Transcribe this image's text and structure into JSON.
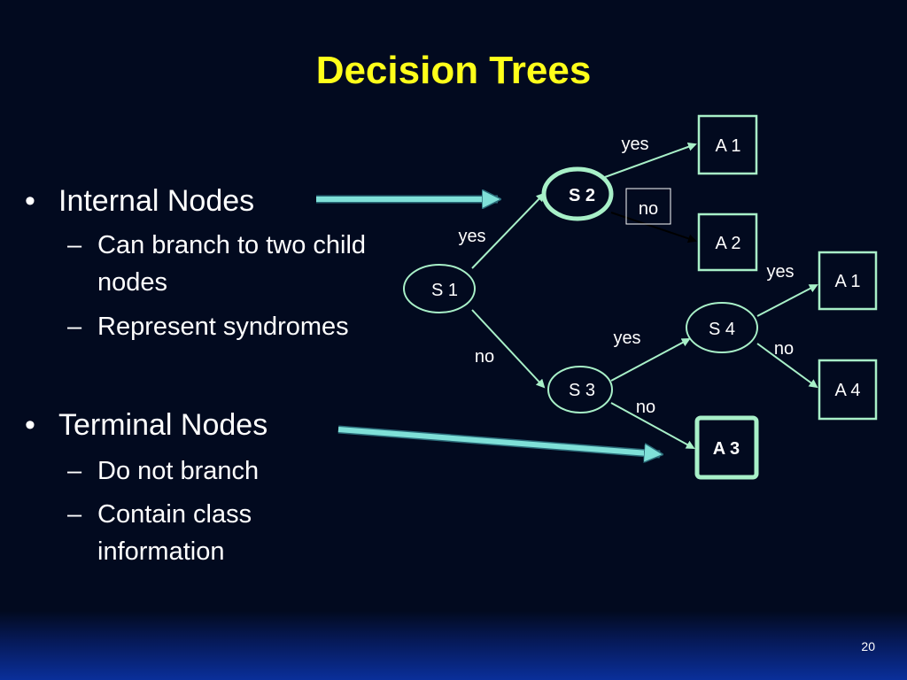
{
  "slide": {
    "title": "Decision Trees",
    "page_number": "20"
  },
  "bullets": [
    {
      "label": "Internal Nodes",
      "subs": [
        {
          "line1": "Can branch to two child",
          "line2": "nodes"
        },
        {
          "line1": "Represent syndromes",
          "line2": ""
        }
      ]
    },
    {
      "label": "Terminal Nodes",
      "subs": [
        {
          "line1": "Do not branch",
          "line2": ""
        },
        {
          "line1": "Contain class",
          "line2": "information"
        }
      ]
    }
  ],
  "tree": {
    "nodes": {
      "s1": "S 1",
      "s2": "S 2",
      "s3": "S 3",
      "s4": "S 4",
      "a1_top": "A 1",
      "a2": "A 2",
      "a1_right": "A 1",
      "a4": "A 4",
      "a3": "A 3"
    },
    "edge_labels": {
      "s2_yes": "yes",
      "s2_no": "no",
      "s1_yes": "yes",
      "s1_no": "no",
      "s4_yes": "yes",
      "s4_no": "no",
      "s3_yes": "yes",
      "s3_no": "no"
    }
  },
  "colors": {
    "background": "#020a1f",
    "title": "#ffff1a",
    "node_border": "#a8f0c8",
    "highlight_border": "#7ef0c0",
    "pointer_arrow": "#7fe0d8"
  }
}
